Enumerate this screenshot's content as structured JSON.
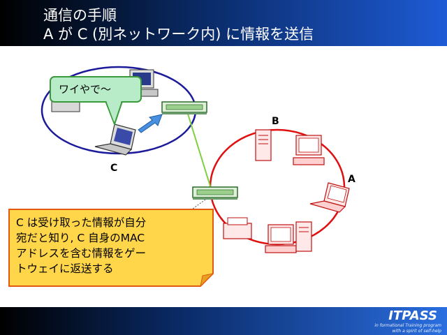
{
  "header": {
    "title_line1": "通信の手順",
    "title_line2": "A が C (別ネットワーク内) に情報を送信"
  },
  "diagram": {
    "speech_bubble": "ワイやで〜",
    "label_c": "C",
    "label_b": "B",
    "label_a": "A",
    "note_lines": [
      "C は受け取った情報が自分",
      "宛だと知り, C 自身のMAC",
      "アドレスを含む情報をゲー",
      "トウェイに返送する"
    ],
    "colors": {
      "network_left": "#1a1a9a",
      "network_right": "#e01010",
      "link": "#7ed040",
      "bubble_fill": "#b8ecc8",
      "bubble_border": "#3a9a3a",
      "note_fill": "#ffd54a",
      "note_border": "#e05a10",
      "arrow": "#4a90e0"
    }
  },
  "footer": {
    "logo": "ITPASS",
    "tagline1": "in formational Training program",
    "tagline2": "with a spirit of self-help"
  }
}
